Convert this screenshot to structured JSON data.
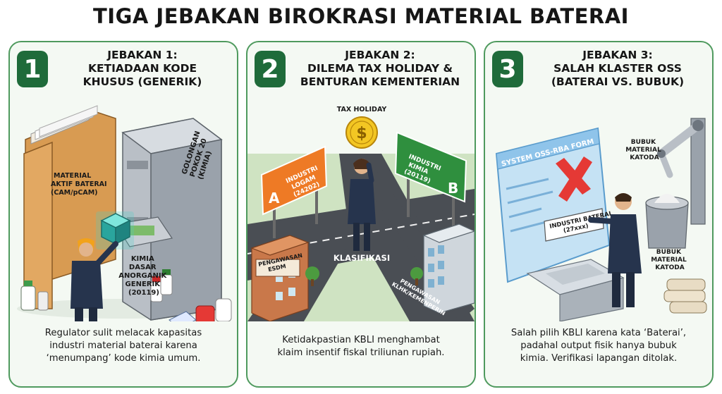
{
  "title": "TIGA JEBAKAN BIROKRASI MATERIAL BATERAI",
  "colors": {
    "panel_border": "#4f9a5e",
    "badge": "#1f6b3a",
    "sign_a": "#ee7a25",
    "sign_b": "#2f8f3e",
    "cross": "#e53935"
  },
  "panels": [
    {
      "number": "1",
      "heading": [
        "JEBAKAN 1:",
        "KETIADAAN KODE",
        "KHUSUS (GENERIK)"
      ],
      "labels": {
        "folder": [
          "MATERIAL",
          "AKTIF BATERAI",
          "(CAM/pCAM)"
        ],
        "cabinet": [
          "GOLONGAN",
          "POKOK 20",
          "(KIMIA)"
        ],
        "chemical": [
          "KIMIA",
          "DASAR",
          "ANORGANIK",
          "GENERIK",
          "(20119)"
        ]
      },
      "caption": [
        "Regulator sulit melacak kapasitas",
        "industri material baterai karena",
        "‘menumpang’ kode kimia umum."
      ]
    },
    {
      "number": "2",
      "heading": [
        "JEBAKAN 2:",
        "DILEMA TAX HOLIDAY &",
        "BENTURAN KEMENTERIAN"
      ],
      "labels": {
        "tax": "TAX HOLIDAY",
        "sign_a_letter": "A",
        "sign_a": [
          "INDUSTRI",
          "LOGAM",
          "(24202)"
        ],
        "sign_b_letter": "B",
        "sign_b": [
          "INDUSTRI",
          "KIMIA",
          "(20119)"
        ],
        "building_left": [
          "PENGAWASAN",
          "ESDM"
        ],
        "road": "KLASIFIKASI",
        "building_right": [
          "PENGAWASAN",
          "KLHK/KEMENPERIN"
        ]
      },
      "caption": [
        "Ketidakpastian KBLI menghambat",
        "klaim insentif fiskal triliunan rupiah."
      ]
    },
    {
      "number": "3",
      "heading": [
        "JEBAKAN 3:",
        "SALAH KLASTER OSS",
        "(BATERAI VS. BUBUK)"
      ],
      "labels": {
        "form": "SYSTEM OSS-RBA FORM",
        "field": [
          "INDUSTRI BATERAI",
          "(27xxx)"
        ],
        "powder_top": [
          "BUBUK",
          "MATERIAL",
          "KATODA"
        ],
        "powder_bags": [
          "BUBUK",
          "MATERIAL",
          "KATODA"
        ]
      },
      "caption": [
        "Salah pilih KBLI karena kata ‘Baterai’,",
        "padahal output fisik hanya bubuk",
        "kimia. Verifikasi lapangan ditolak."
      ]
    }
  ]
}
